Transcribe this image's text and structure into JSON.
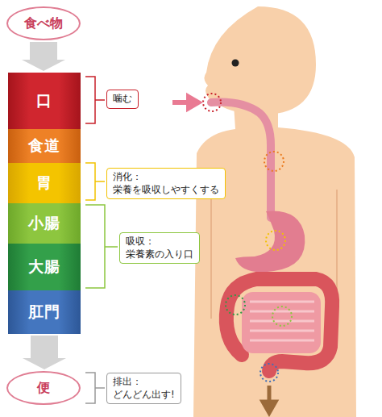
{
  "diagram": {
    "nodes": [
      {
        "text": [
          "食べ物"
        ]
      },
      {
        "text": [
          "口"
        ]
      },
      {
        "text": [
          "食道"
        ]
      },
      {
        "text": [
          "胃"
        ]
      },
      {
        "text": [
          "小腸"
        ]
      },
      {
        "text": [
          "大腸"
        ]
      },
      {
        "text": [
          "肛門"
        ]
      },
      {
        "text": [
          "便"
        ]
      },
      {
        "text": [
          "噛む"
        ]
      },
      {
        "text": [
          "消化：",
          "栄養を吸収しやすくする"
        ]
      },
      {
        "text": [
          "吸収：",
          "栄養素の入り口"
        ]
      },
      {
        "text": [
          "排出：",
          "どんどん出す!"
        ]
      }
    ],
    "edges": [
      {
        "from": 0,
        "to": 1,
        "arrow": "to"
      },
      {
        "from": 6,
        "to": 7,
        "arrow": "to"
      }
    ]
  }
}
